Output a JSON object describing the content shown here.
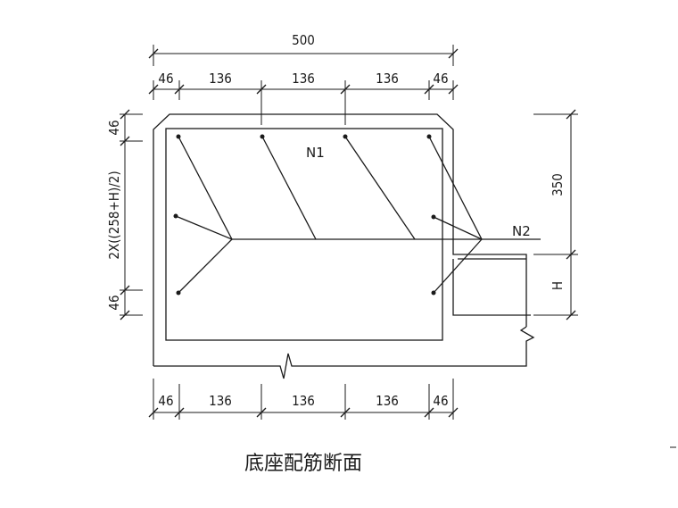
{
  "dims": {
    "total_width": "500",
    "edge_left": "46",
    "span_1": "136",
    "span_2": "136",
    "span_3": "136",
    "edge_right": "46",
    "left_top": "46",
    "left_middle": "2X((258+H)/2)",
    "left_bottom": "46",
    "right_upper": "350",
    "right_lower": "H"
  },
  "labels": {
    "rebar_n1": "N1",
    "rebar_n2": "N2"
  },
  "title": "底座配筋断面"
}
